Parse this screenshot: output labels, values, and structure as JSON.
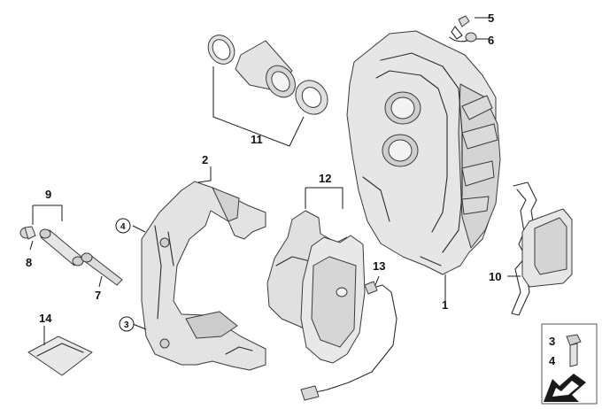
{
  "callouts": {
    "c1": "1",
    "c2": "2",
    "c3": "3",
    "c4": "4",
    "c5": "5",
    "c6": "6",
    "c7": "7",
    "c8": "8",
    "c9": "9",
    "c10": "10",
    "c11": "11",
    "c12": "12",
    "c13": "13",
    "c14": "14"
  },
  "circled": {
    "left_top": "4",
    "left_bottom": "3"
  },
  "legend": {
    "top": "3",
    "bottom": "4"
  },
  "colors": {
    "part_fill": "#e4e4e4",
    "part_shade": "#cfcfcf",
    "ink": "#1a1a1a"
  }
}
